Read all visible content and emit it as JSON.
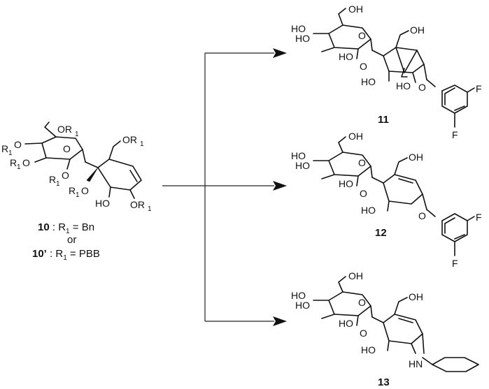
{
  "starting_material": {
    "labels": {
      "top_or": "OR",
      "r1_sub": "1",
      "left_r": "R",
      "left_o": "O",
      "o_ring": "O",
      "low_r": "R",
      "low_o": "O",
      "mid_r": "R",
      "mid_o": "O",
      "right_or": "OR",
      "r_label2": "R",
      "o_label2": "O",
      "ho": "HO",
      "bottom_or": "OR"
    },
    "caption_line1_num": "10",
    "caption_line1_rest": " : R",
    "caption_line1_sub": "1",
    "caption_line1_val": " = Bn",
    "caption_or": "or",
    "caption_line2_num": "10’",
    "caption_line2_rest": " : R",
    "caption_line2_sub": "1",
    "caption_line2_val": " = PBB"
  },
  "products": [
    {
      "id": "11",
      "labels": {
        "oh_top": "OH",
        "ho1": "HO",
        "ho2": "HO",
        "ho3": "HO",
        "o_ring": "O",
        "oh_side": "OH",
        "o_link": "O",
        "ho4": "HO",
        "ho5": "HO",
        "o_aryl": "O",
        "f1": "F",
        "f2": "F"
      }
    },
    {
      "id": "12",
      "labels": {
        "oh_top": "OH",
        "ho1": "HO",
        "ho2": "HO",
        "ho3": "HO",
        "o_ring": "O",
        "oh_side": "OH",
        "o_link": "O",
        "ho4": "HO",
        "o_aryl": "O",
        "f1": "F",
        "f2": "F"
      }
    },
    {
      "id": "13",
      "labels": {
        "oh_top": "OH",
        "ho1": "HO",
        "ho2": "HO",
        "ho3": "HO",
        "o_ring": "O",
        "oh_side": "OH",
        "o_link": "O",
        "ho4": "HO",
        "hn": "HN"
      }
    }
  ]
}
